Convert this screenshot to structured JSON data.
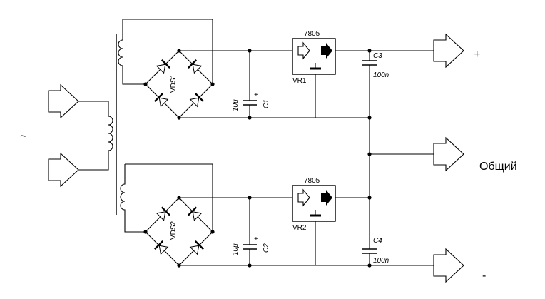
{
  "labels": {
    "reg_top_part": "7805",
    "reg_top_ref": "VR1",
    "reg_bottom_part": "7805",
    "reg_bottom_ref": "VR2",
    "bridge_top_ref": "VDS1",
    "bridge_bottom_ref": "VDS2",
    "c1_ref": "C1",
    "c1_value": "10μ",
    "c2_ref": "C2",
    "c2_value": "10μ",
    "c3_ref": "C3",
    "c3_value": "100n",
    "c4_ref": "C4",
    "c4_value": "100n",
    "plus_sign": "+",
    "output_plus": "+",
    "output_common": "Общий",
    "output_minus": "-",
    "ac_symbol": "~"
  }
}
